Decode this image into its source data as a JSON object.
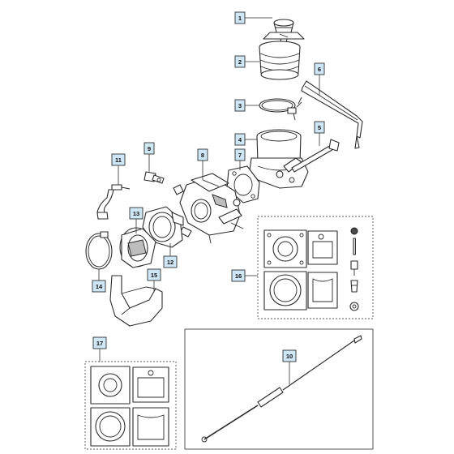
{
  "diagram": {
    "callout_color": "#cfe6f7",
    "callouts": [
      {
        "id": "1",
        "label": "1"
      },
      {
        "id": "2",
        "label": "2"
      },
      {
        "id": "3",
        "label": "3"
      },
      {
        "id": "4",
        "label": "4"
      },
      {
        "id": "5",
        "label": "5"
      },
      {
        "id": "6",
        "label": "6"
      },
      {
        "id": "7",
        "label": "7"
      },
      {
        "id": "8",
        "label": "8"
      },
      {
        "id": "9",
        "label": "9"
      },
      {
        "id": "10",
        "label": "10"
      },
      {
        "id": "11",
        "label": "11"
      },
      {
        "id": "12",
        "label": "12"
      },
      {
        "id": "13",
        "label": "13"
      },
      {
        "id": "14",
        "label": "14"
      },
      {
        "id": "15",
        "label": "15"
      },
      {
        "id": "16",
        "label": "16"
      },
      {
        "id": "17",
        "label": "17"
      }
    ]
  }
}
